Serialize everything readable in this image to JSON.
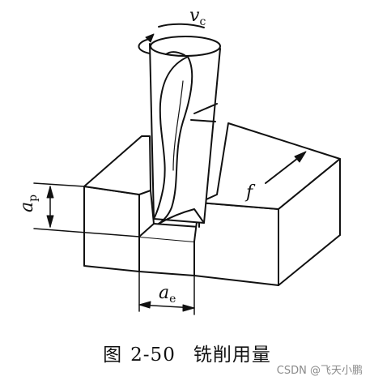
{
  "labels": {
    "cutting_speed": {
      "symbol": "v",
      "subscript": "c"
    },
    "feed": {
      "symbol": "f"
    },
    "depth_of_cut": {
      "symbol": "a",
      "subscript": "p"
    },
    "width_of_cut": {
      "symbol": "a",
      "subscript": "e"
    }
  },
  "caption": {
    "prefix": "图",
    "number": "2-50",
    "title": "铣削用量"
  },
  "watermark": "CSDN @飞天小鹏",
  "colors": {
    "ink": "#111111",
    "background": "#ffffff",
    "watermark": "#8a8a8a"
  }
}
